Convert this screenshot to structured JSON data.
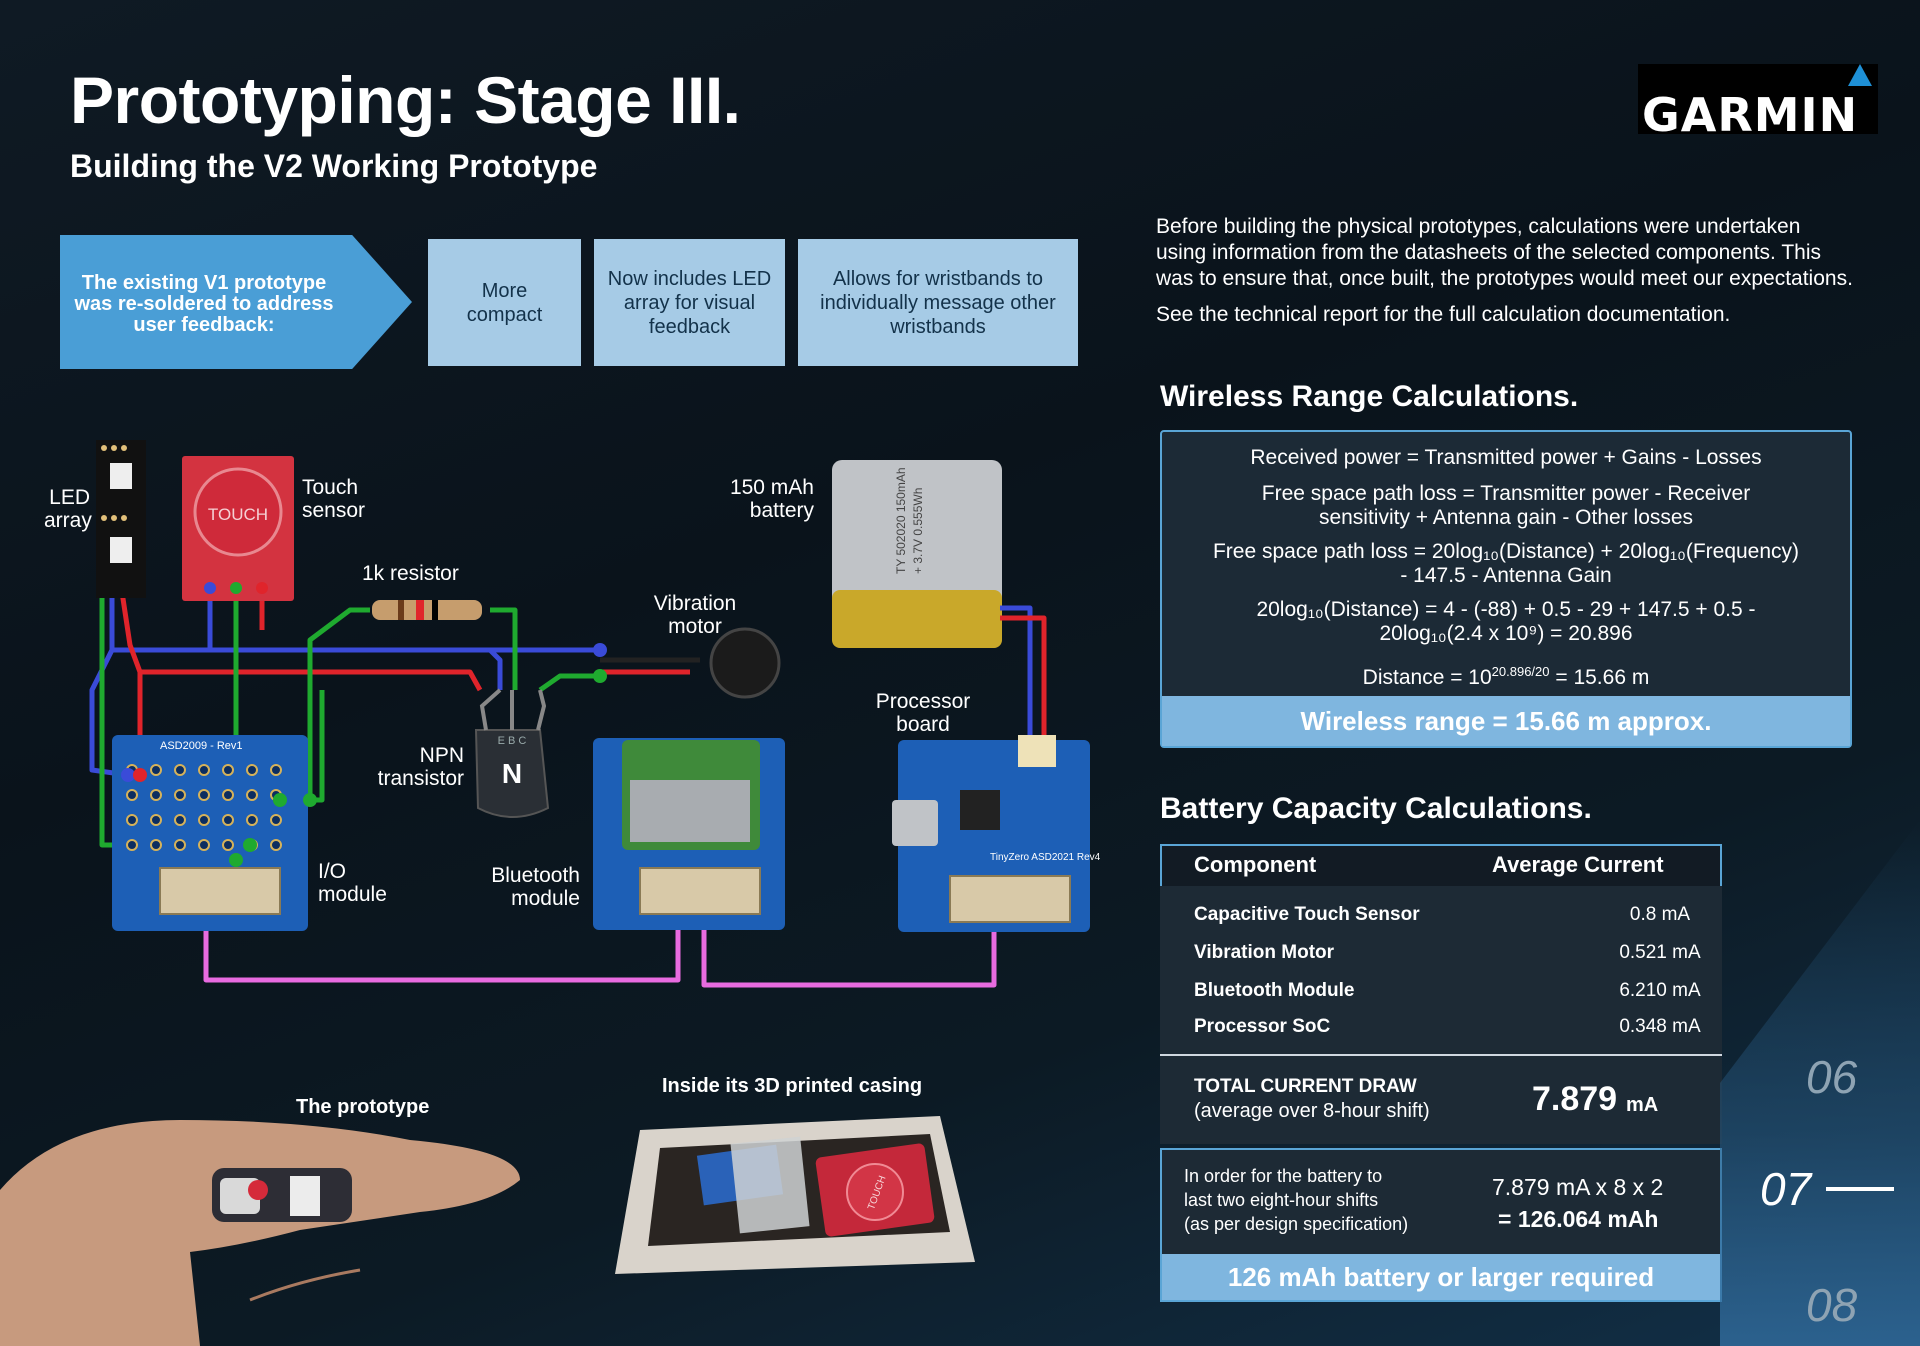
{
  "header": {
    "title": "Prototyping: Stage III.",
    "subtitle": "Building the V2 Working Prototype",
    "logo_text": "GARMIN"
  },
  "intro": {
    "arrow_text": "The existing V1 prototype was re-soldered to address user feedback:",
    "boxes": [
      "More compact",
      "Now includes LED array for visual feedback",
      "Allows for wristbands to individually message other wristbands"
    ]
  },
  "description": {
    "p1": "Before building the physical prototypes, calculations were undertaken using information from the datasheets of the selected components. This was to ensure that, once built, the prototypes would meet our expectations.",
    "p2": "See the technical report for the full calculation documentation."
  },
  "wireless": {
    "heading": "Wireless Range Calculations.",
    "eq1": "Received power = Transmitted power + Gains - Losses",
    "eq2a": "Free space path loss = Transmitter power - Receiver",
    "eq2b": "sensitivity + Antenna gain - Other losses",
    "eq3a": "Free space path loss = 20log₁₀(Distance) + 20log₁₀(Frequency)",
    "eq3b": "- 147.5 - Antenna Gain",
    "eq4a": "20log₁₀(Distance) = 4 - (-88) + 0.5 - 29 + 147.5 + 0.5 -",
    "eq4b": "20log₁₀(2.4 x 10⁹) = 20.896",
    "eq5": "Distance = 10^(20.896/20) = 15.66 m",
    "eq5_base": "Distance = 10",
    "eq5_exp": "20.896/20",
    "eq5_tail": " = 15.66 m",
    "result": "Wireless range = 15.66 m approx."
  },
  "battery": {
    "heading": "Battery Capacity Calculations.",
    "col_component": "Component",
    "col_current": "Average Current",
    "rows": [
      {
        "component": "Capacitive Touch Sensor",
        "current": "0.8 mA"
      },
      {
        "component": "Vibration Motor",
        "current": "0.521 mA"
      },
      {
        "component": "Bluetooth Module",
        "current": "6.210 mA"
      },
      {
        "component": "Processor SoC",
        "current": "0.348 mA"
      }
    ],
    "total_label": "TOTAL CURRENT DRAW",
    "total_note": "(average over 8-hour shift)",
    "total_value": "7.879",
    "total_unit": "mA",
    "shift_text_1": "In order for the battery to",
    "shift_text_2": "last two eight-hour shifts",
    "shift_text_3": "(as per design specification)",
    "shift_calc_1": "7.879 mA x 8 x 2",
    "shift_calc_2": "= 126.064 mAh",
    "result": "126 mAh battery or larger required"
  },
  "pages": {
    "prev": "06",
    "current": "07",
    "next": "08"
  },
  "diagram": {
    "led_array": "LED array",
    "touch_sensor": "Touch sensor",
    "touch_chip_text": "TOUCH",
    "resistor": "1k resistor",
    "battery": "150 mAh battery",
    "battery_text_1": "TY 502020 150mAh",
    "battery_text_2": "+ 3.7V 0.555Wh",
    "vibration_motor": "Vibration motor",
    "npn_transistor": "NPN transistor",
    "npn_letter": "N",
    "npn_pins": "E B C",
    "processor_board": "Processor board",
    "io_module": "I/O module",
    "bluetooth_module": "Bluetooth module",
    "io_board_text": "ASD2009 - Rev1",
    "proc_board_text": "TinyZero ASD2021 Rev4"
  },
  "photos": {
    "prototype": "The prototype",
    "casing": "Inside its 3D printed casing",
    "casing_chip_text": "TOUCH"
  },
  "colors": {
    "accent_blue": "#4a9ed6",
    "light_box": "#a6cbe6",
    "wire_blue": "#3a4bd8",
    "wire_red": "#e0242b",
    "wire_green": "#1faa2f",
    "wire_pink": "#e86be0"
  }
}
